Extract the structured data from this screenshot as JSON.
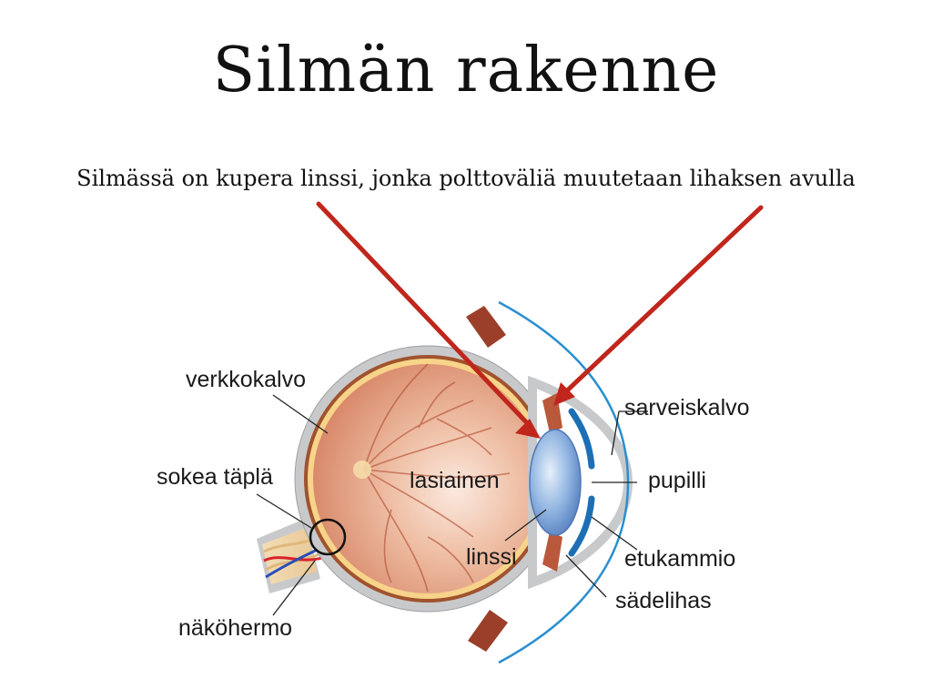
{
  "title": "Silmän rakenne",
  "subtitle": "Silmässä on kupera linssi, jonka polttoväliä muutetaan lihaksen avulla",
  "labels": {
    "verkkokalvo": "verkkokalvo",
    "sokea_tapla": "sokea täplä",
    "nakohermo": "näköhermo",
    "lasiainen": "lasiainen",
    "linssi": "linssi",
    "sarveiskalvo": "sarveiskalvo",
    "pupilli": "pupilli",
    "etukammio": "etukammio",
    "sadelihas": "sädelihas"
  },
  "colors": {
    "arrow": "#c0261c",
    "sclera": "#c8c9cb",
    "cornea": "#2a8fd0",
    "lens": "#7da3d6",
    "iris": "#1d6fb5",
    "eyeball": "#e5a78e",
    "muscle": "#9b3f2a"
  }
}
